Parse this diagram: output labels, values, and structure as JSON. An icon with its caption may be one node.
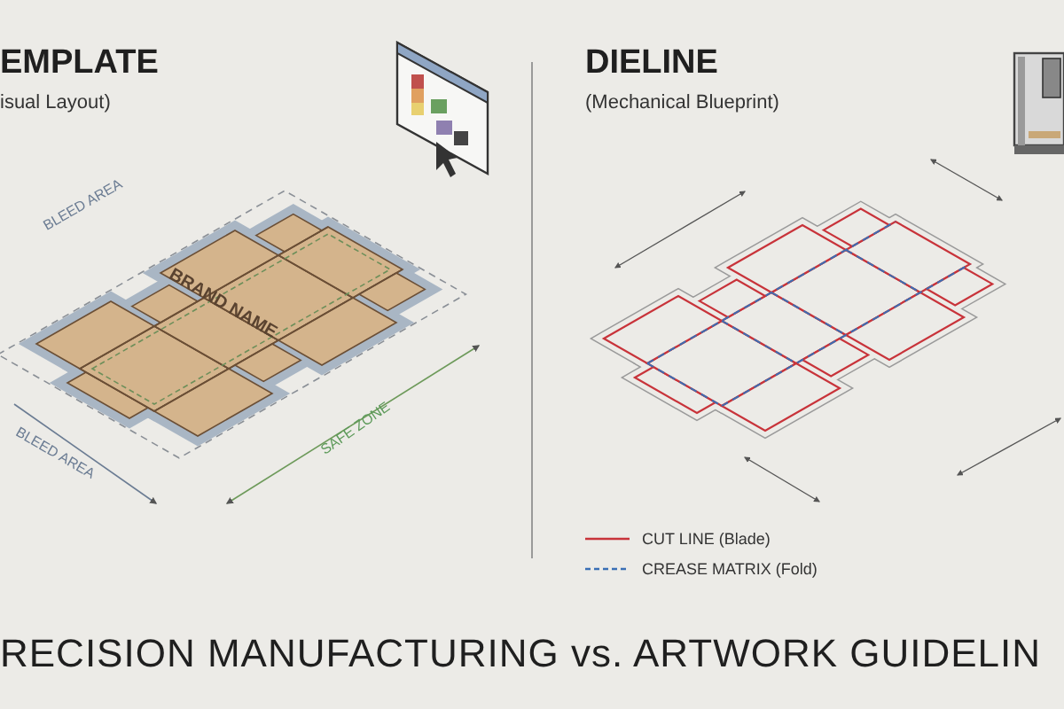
{
  "diagram": {
    "caption": "RECISION MANUFACTURING vs. ARTWORK GUIDELIN",
    "labels": [
      "EMPLATE",
      "isual Layout)",
      "BLEED AREA",
      "BRAND NAME",
      "BLEED AREA",
      "SAFE ZONE",
      "DIELINE",
      "(Mechanical Blueprint)"
    ],
    "legend": [
      {
        "text": "CUT LINE (Blade)"
      },
      {
        "text": "CREASE MATRIX (Fold)"
      }
    ]
  }
}
